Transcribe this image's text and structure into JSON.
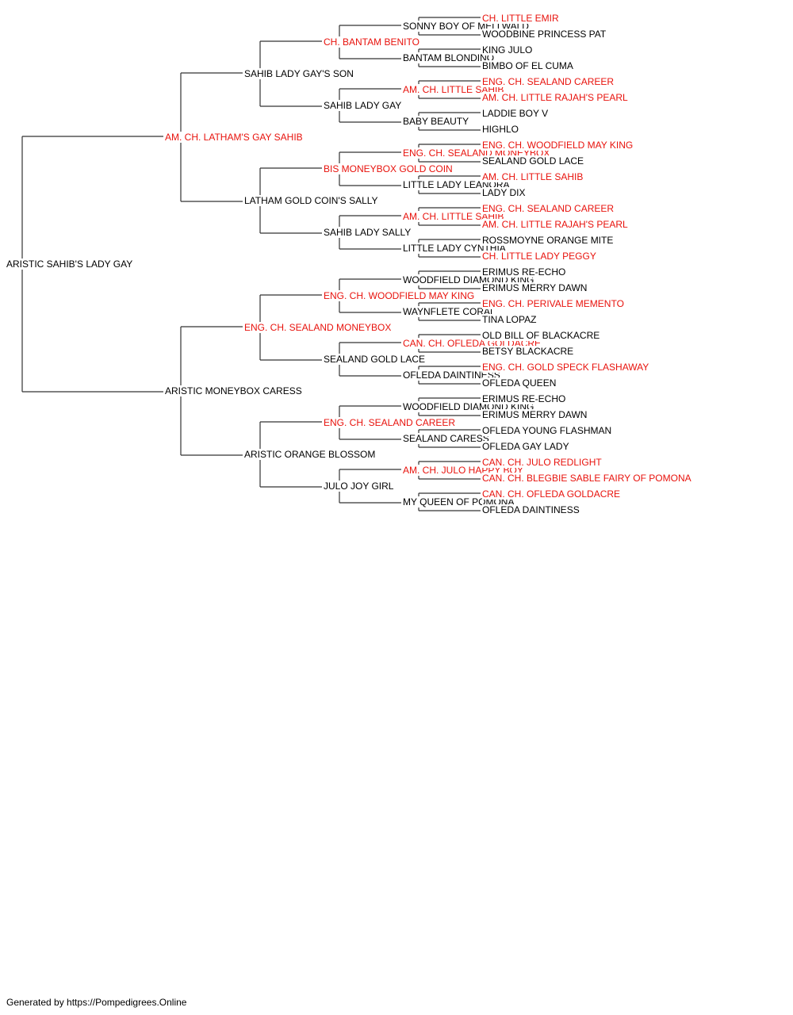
{
  "colors": {
    "line": "#333333",
    "text": "#000000",
    "champion": "#e8120c"
  },
  "pedigree": {
    "name": "ARISTIC SAHIB'S LADY GAY",
    "champion": false,
    "sire": {
      "name": "AM. CH. LATHAM'S GAY SAHIB",
      "champion": true,
      "sire": {
        "name": "SAHIB LADY GAY'S SON",
        "champion": false,
        "sire": {
          "name": "CH. BANTAM BENITO",
          "champion": true,
          "sire": {
            "name": "SONNY BOY OF MELLWALD",
            "champion": false,
            "sire": {
              "name": "CH. LITTLE EMIR",
              "champion": true
            },
            "dam": {
              "name": "WOODBINE PRINCESS PAT",
              "champion": false
            }
          },
          "dam": {
            "name": "BANTAM BLONDINO",
            "champion": false,
            "sire": {
              "name": "KING JULO",
              "champion": false
            },
            "dam": {
              "name": "BIMBO OF EL CUMA",
              "champion": false
            }
          }
        },
        "dam": {
          "name": "SAHIB LADY GAY",
          "champion": false,
          "sire": {
            "name": "AM. CH. LITTLE SAHIB",
            "champion": true,
            "sire": {
              "name": "ENG. CH. SEALAND CAREER",
              "champion": true
            },
            "dam": {
              "name": "AM. CH. LITTLE RAJAH'S PEARL",
              "champion": true
            }
          },
          "dam": {
            "name": "BABY BEAUTY",
            "champion": false,
            "sire": {
              "name": "LADDIE BOY V",
              "champion": false
            },
            "dam": {
              "name": "HIGHLO",
              "champion": false
            }
          }
        }
      },
      "dam": {
        "name": "LATHAM GOLD COIN'S SALLY",
        "champion": false,
        "sire": {
          "name": "BIS MONEYBOX GOLD COIN",
          "champion": true,
          "sire": {
            "name": "ENG. CH. SEALAND MONEYBOX",
            "champion": true,
            "sire": {
              "name": "ENG. CH. WOODFIELD MAY KING",
              "champion": true
            },
            "dam": {
              "name": "SEALAND GOLD LACE",
              "champion": false
            }
          },
          "dam": {
            "name": "LITTLE LADY LEANORA",
            "champion": false,
            "sire": {
              "name": "AM. CH. LITTLE SAHIB",
              "champion": true
            },
            "dam": {
              "name": "LADY DIX",
              "champion": false
            }
          }
        },
        "dam": {
          "name": "SAHIB LADY SALLY",
          "champion": false,
          "sire": {
            "name": "AM. CH. LITTLE SAHIB",
            "champion": true,
            "sire": {
              "name": "ENG. CH. SEALAND CAREER",
              "champion": true
            },
            "dam": {
              "name": "AM. CH. LITTLE RAJAH'S PEARL",
              "champion": true
            }
          },
          "dam": {
            "name": "LITTLE LADY CYNTHIA",
            "champion": false,
            "sire": {
              "name": "ROSSMOYNE ORANGE MITE",
              "champion": false
            },
            "dam": {
              "name": "CH. LITTLE LADY PEGGY",
              "champion": true
            }
          }
        }
      }
    },
    "dam": {
      "name": "ARISTIC MONEYBOX CARESS",
      "champion": false,
      "sire": {
        "name": "ENG. CH. SEALAND MONEYBOX",
        "champion": true,
        "sire": {
          "name": "ENG. CH. WOODFIELD MAY KING",
          "champion": true,
          "sire": {
            "name": "WOODFIELD DIAMOND KING",
            "champion": false,
            "sire": {
              "name": "ERIMUS RE-ECHO",
              "champion": false
            },
            "dam": {
              "name": "ERIMUS MERRY DAWN",
              "champion": false
            }
          },
          "dam": {
            "name": "WAYNFLETE CORAL",
            "champion": false,
            "sire": {
              "name": "ENG. CH. PERIVALE MEMENTO",
              "champion": true
            },
            "dam": {
              "name": "TINA LOPAZ",
              "champion": false
            }
          }
        },
        "dam": {
          "name": "SEALAND GOLD LACE",
          "champion": false,
          "sire": {
            "name": "CAN. CH. OFLEDA GOLDACRE",
            "champion": true,
            "sire": {
              "name": "OLD BILL OF BLACKACRE",
              "champion": false
            },
            "dam": {
              "name": "BETSY BLACKACRE",
              "champion": false
            }
          },
          "dam": {
            "name": "OFLEDA DAINTINESS",
            "champion": false,
            "sire": {
              "name": "ENG. CH. GOLD SPECK FLASHAWAY",
              "champion": true
            },
            "dam": {
              "name": "OFLEDA QUEEN",
              "champion": false
            }
          }
        }
      },
      "dam": {
        "name": "ARISTIC ORANGE BLOSSOM",
        "champion": false,
        "sire": {
          "name": "ENG. CH. SEALAND CAREER",
          "champion": true,
          "sire": {
            "name": "WOODFIELD DIAMOND KING",
            "champion": false,
            "sire": {
              "name": "ERIMUS RE-ECHO",
              "champion": false
            },
            "dam": {
              "name": "ERIMUS MERRY DAWN",
              "champion": false
            }
          },
          "dam": {
            "name": "SEALAND CARESS",
            "champion": false,
            "sire": {
              "name": "OFLEDA YOUNG FLASHMAN",
              "champion": false
            },
            "dam": {
              "name": "OFLEDA GAY LADY",
              "champion": false
            }
          }
        },
        "dam": {
          "name": "JULO JOY GIRL",
          "champion": false,
          "sire": {
            "name": "AM. CH. JULO HAPPY BOY",
            "champion": true,
            "sire": {
              "name": "CAN. CH. JULO REDLIGHT",
              "champion": true
            },
            "dam": {
              "name": "CAN. CH. BLEGBIE SABLE FAIRY OF POMONA",
              "champion": true
            }
          },
          "dam": {
            "name": "MY QUEEN OF POMONA",
            "champion": false,
            "sire": {
              "name": "CAN. CH. OFLEDA GOLDACRE",
              "champion": true
            },
            "dam": {
              "name": "OFLEDA DAINTINESS",
              "champion": false
            }
          }
        }
      }
    }
  },
  "footer": "Generated by https://Pompedigrees.Online"
}
